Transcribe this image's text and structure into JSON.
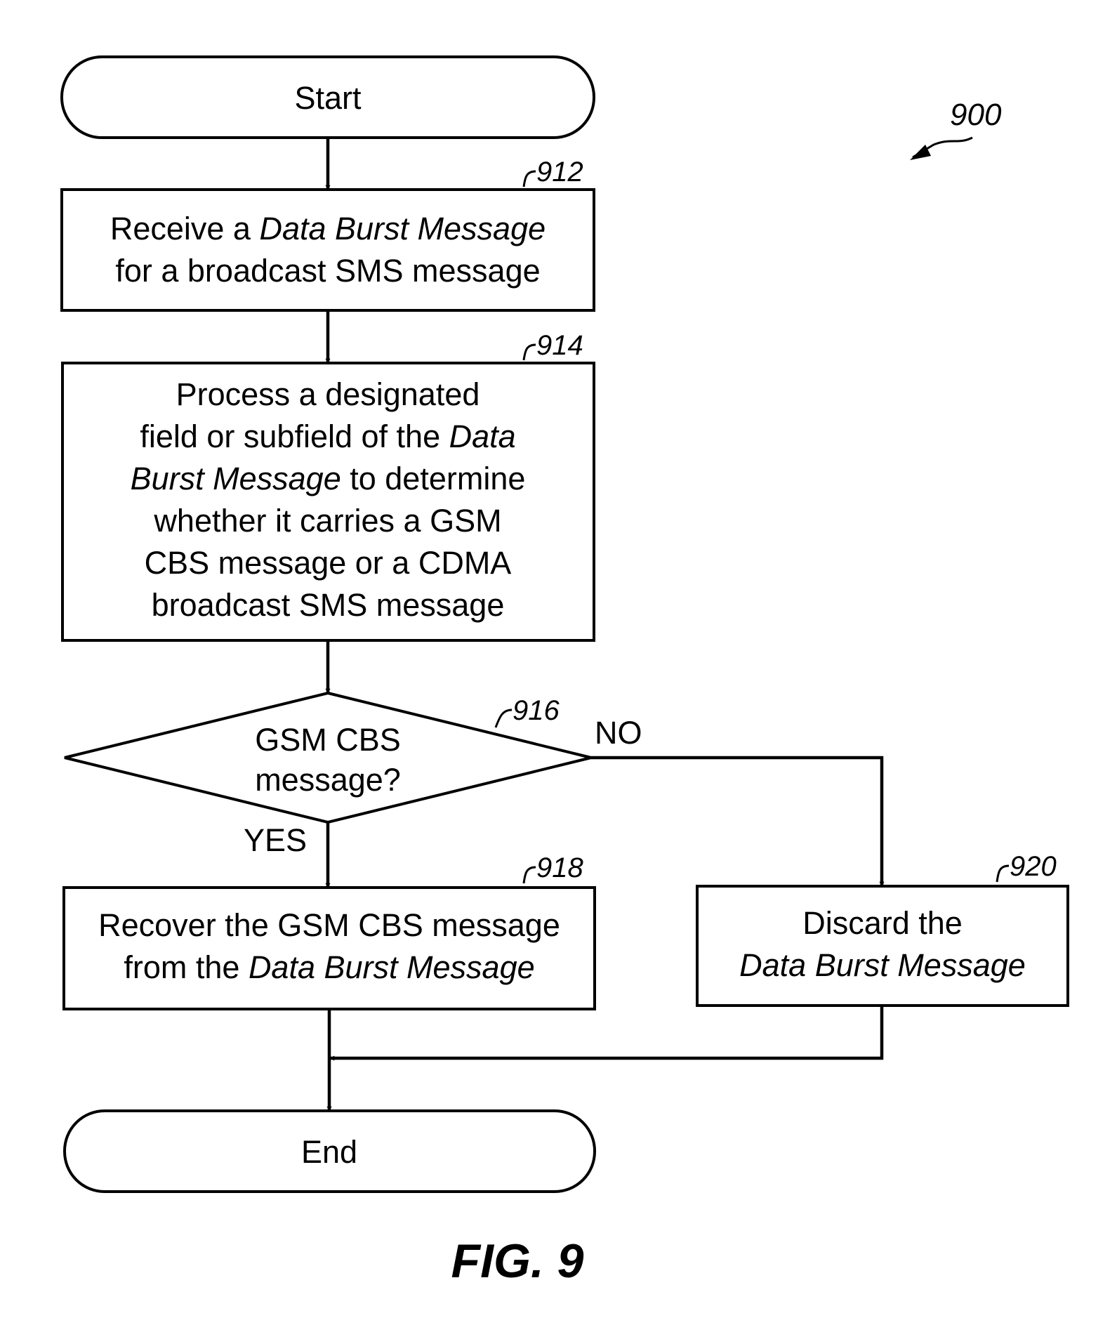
{
  "figure_number": "900",
  "figure_caption": "FIG. 9",
  "nodes": {
    "start": {
      "label": "Start"
    },
    "step_912": {
      "ref": "912",
      "line1": {
        "a": "Receive a ",
        "b": "Data Burst Message"
      },
      "line2": "for a broadcast SMS message"
    },
    "step_914": {
      "ref": "914",
      "line1": "Process a designated",
      "line2": {
        "a": "field or subfield of the ",
        "b": "Data"
      },
      "line3": {
        "a": "Burst Message",
        "b": " to determine"
      },
      "line4": "whether it carries a GSM",
      "line5": "CBS message or a CDMA",
      "line6": "broadcast SMS message"
    },
    "decision_916": {
      "ref": "916",
      "line1": "GSM CBS",
      "line2": "message?"
    },
    "step_918": {
      "ref": "918",
      "line1": "Recover the GSM CBS message",
      "line2": {
        "a": "from the ",
        "b": "Data Burst Message"
      }
    },
    "step_920": {
      "ref": "920",
      "line1": "Discard the",
      "line2": "Data Burst Message"
    },
    "end": {
      "label": "End"
    }
  },
  "edges": {
    "yes_label": "YES",
    "no_label": "NO"
  }
}
